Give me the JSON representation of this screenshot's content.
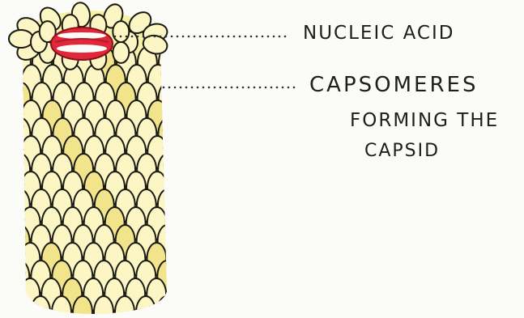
{
  "labels": {
    "nucleic_acid": "NUCLEIC ACID",
    "capsomeres_line1": "CAPSOMERES",
    "capsomeres_line2": "FORMING THE",
    "capsomeres_line3": "CAPSID"
  },
  "colors": {
    "capsomere_fill": "#fbf6c4",
    "capsomere_shadow": "#f1e48a",
    "capsomere_outline": "#1a1a12",
    "nucleic_acid_red": "#e0283a",
    "leader_line": "#333333",
    "background": "#fbfbf8"
  }
}
